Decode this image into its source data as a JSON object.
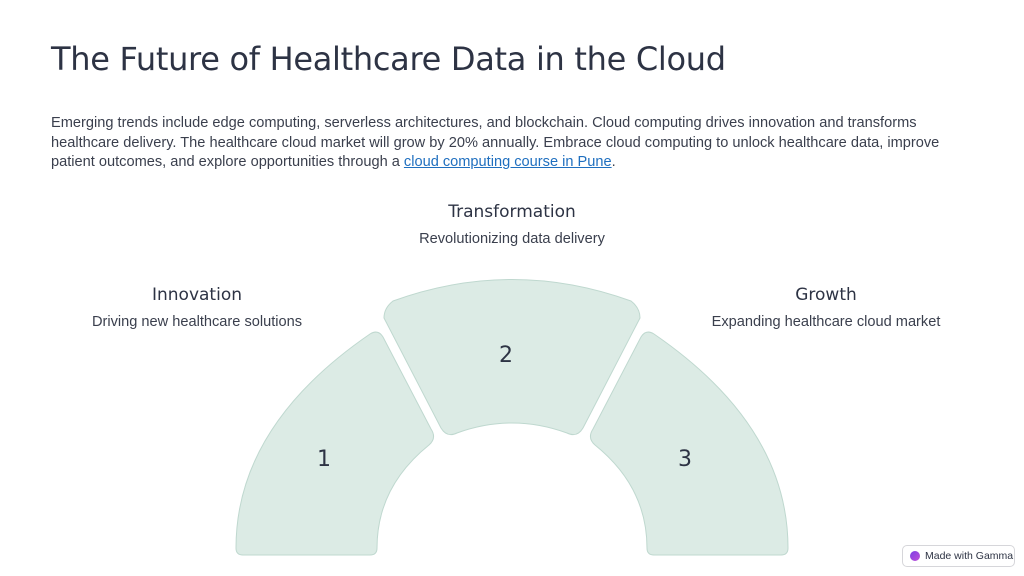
{
  "title": "The Future of Healthcare Data in the Cloud",
  "intro": {
    "text": "Emerging trends include edge computing, serverless architectures, and blockchain. Cloud computing drives innovation and transforms healthcare delivery. The healthcare cloud market will grow by 20% annually. Embrace cloud computing to unlock healthcare data, improve patient outcomes, and explore opportunities through a ",
    "link_text": "cloud computing course in Pune",
    "suffix": "."
  },
  "segments": [
    {
      "number": "1",
      "title": "Innovation",
      "description": "Driving new healthcare solutions"
    },
    {
      "number": "2",
      "title": "Transformation",
      "description": "Revolutionizing data delivery"
    },
    {
      "number": "3",
      "title": "Growth",
      "description": "Expanding healthcare cloud market"
    }
  ],
  "colors": {
    "segment_fill": "#dcebe5",
    "segment_stroke": "#bfd8cf",
    "link": "#1f6fbf"
  },
  "badge": {
    "icon": "gamma-logo-icon",
    "label": "Made with Gamma"
  }
}
